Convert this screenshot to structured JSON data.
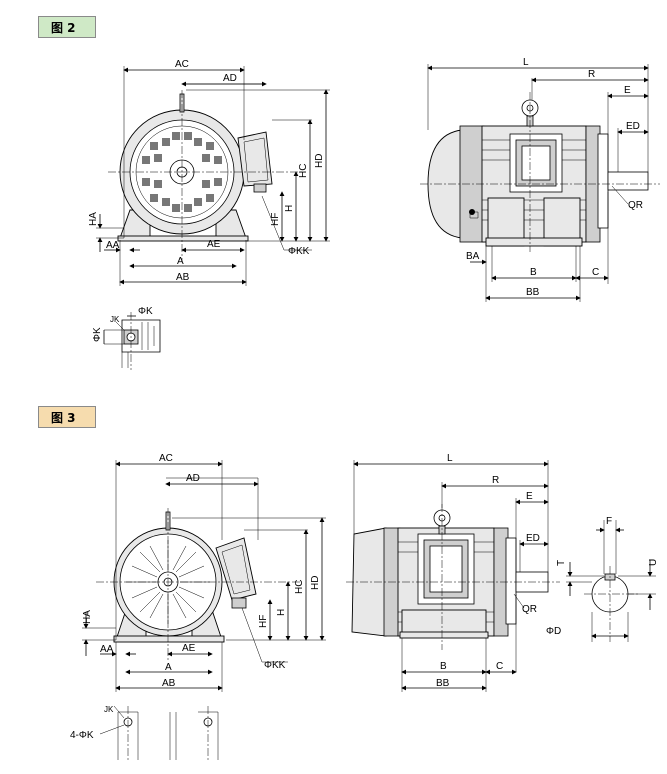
{
  "figures": [
    {
      "label": "图 2"
    },
    {
      "label": "图 3"
    }
  ],
  "dims": {
    "AC": "AC",
    "AD": "AD",
    "HD": "HD",
    "HC": "HC",
    "H": "H",
    "HF": "HF",
    "HA": "HA",
    "AA": "AA",
    "AE": "AE",
    "A": "A",
    "AB": "AB",
    "KK": "ΦKK",
    "L": "L",
    "R": "R",
    "E": "E",
    "ED": "ED",
    "QR": "QR",
    "BA": "BA",
    "B": "B",
    "C": "C",
    "BB": "BB",
    "PHI_K": "ΦK",
    "JK": "JK",
    "F": "F",
    "T": "T",
    "U": "U",
    "PHI_D": "ΦD",
    "K4": "4-ΦK"
  }
}
